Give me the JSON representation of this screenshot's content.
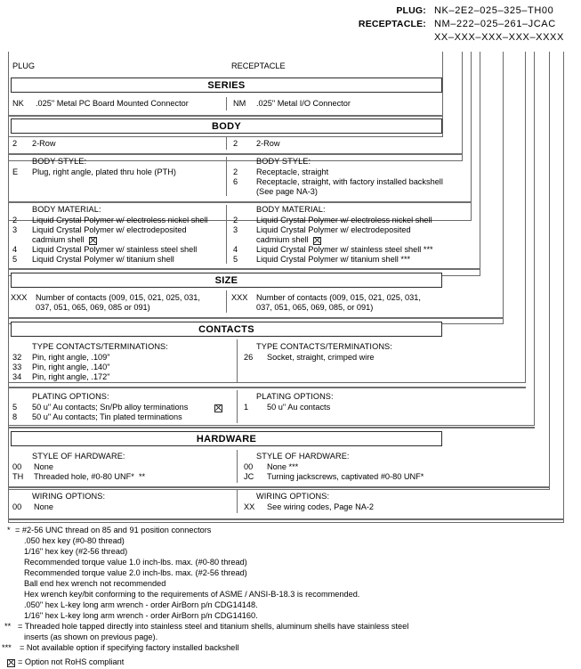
{
  "header": {
    "plug_label": "PLUG:",
    "plug_value": "NK–2E2–025–325–TH00",
    "receptacle_label": "RECEPTACLE:",
    "receptacle_value": "NM–222–025–261–JCAC",
    "generic_value": "XX–XXX–XXX–XXX–XXXX"
  },
  "columns": {
    "plug": "PLUG",
    "receptacle": "RECEPTACLE"
  },
  "sections": {
    "series": {
      "title": "SERIES",
      "plug": [
        {
          "code": "NK",
          "text": ".025\" Metal PC Board Mounted Connector"
        }
      ],
      "receptacle": [
        {
          "code": "NM",
          "text": ".025\" Metal I/O Connector"
        }
      ]
    },
    "body": {
      "title": "BODY",
      "row": {
        "plug": {
          "code": "2",
          "text": "2-Row"
        },
        "receptacle": {
          "code": "2",
          "text": "2-Row"
        }
      },
      "style": {
        "heading": "BODY STYLE:",
        "plug": [
          {
            "code": "E",
            "text": "Plug, right angle, plated thru hole (PTH)"
          }
        ],
        "receptacle": [
          {
            "code": "2",
            "text": "Receptacle, straight"
          },
          {
            "code": "6",
            "text": "Receptacle, straight, with factory installed backshell"
          },
          {
            "code": "",
            "text": "(See page NA-3)"
          }
        ]
      },
      "material": {
        "heading": "BODY MATERIAL:",
        "plug": [
          {
            "code": "2",
            "text": "Liquid Crystal Polymer w/ electroless nickel shell",
            "rohs": false
          },
          {
            "code": "3",
            "text": "Liquid Crystal Polymer w/ electrodeposited",
            "rohs": false
          },
          {
            "code": "",
            "text": "cadmium shell",
            "rohs": true
          },
          {
            "code": "4",
            "text": "Liquid Crystal Polymer w/ stainless steel shell",
            "rohs": false
          },
          {
            "code": "5",
            "text": "Liquid Crystal Polymer w/ titanium shell",
            "rohs": false
          }
        ],
        "receptacle": [
          {
            "code": "2",
            "text": "Liquid Crystal Polymer w/ electroless nickel shell",
            "rohs": false
          },
          {
            "code": "3",
            "text": "Liquid Crystal Polymer w/ electrodeposited",
            "rohs": false
          },
          {
            "code": "",
            "text": "cadmium shell",
            "rohs": true
          },
          {
            "code": "4",
            "text": "Liquid Crystal Polymer w/ stainless steel shell ***",
            "rohs": false
          },
          {
            "code": "5",
            "text": "Liquid Crystal Polymer w/ titanium shell ***",
            "rohs": false
          }
        ]
      }
    },
    "size": {
      "title": "SIZE",
      "plug": [
        {
          "code": "XXX",
          "text": "Number of contacts (009, 015, 021, 025, 031,"
        },
        {
          "code": "",
          "text": "037, 051, 065, 069, 085 or 091)"
        }
      ],
      "receptacle": [
        {
          "code": "XXX",
          "text": "Number of contacts (009, 015, 021, 025, 031,"
        },
        {
          "code": "",
          "text": "037, 051, 065, 069, 085, or 091)"
        }
      ]
    },
    "contacts": {
      "title": "CONTACTS",
      "type": {
        "heading": "TYPE CONTACTS/TERMINATIONS:",
        "plug": [
          {
            "code": "32",
            "text": "Pin, right angle, .109\""
          },
          {
            "code": "33",
            "text": "Pin, right angle, .140\""
          },
          {
            "code": "34",
            "text": "Pin, right angle, .172\""
          }
        ],
        "receptacle": [
          {
            "code": "26",
            "text": "Socket, straight, crimped wire"
          }
        ]
      },
      "plating": {
        "heading": "PLATING OPTIONS:",
        "plug": [
          {
            "code": "5",
            "text": "50 u\" Au contacts; Sn/Pb alloy terminations",
            "rohs": true
          },
          {
            "code": "8",
            "text": "50 u\" Au contacts; Tin plated terminations",
            "rohs": false
          }
        ],
        "receptacle": [
          {
            "code": "1",
            "text": "50 u\" Au contacts",
            "rohs": false
          }
        ]
      }
    },
    "hardware": {
      "title": "HARDWARE",
      "style": {
        "heading": "STYLE OF HARDWARE:",
        "plug": [
          {
            "code": "00",
            "text": "None"
          },
          {
            "code": "TH",
            "text": "Threaded hole, #0-80 UNF*  **"
          }
        ],
        "receptacle": [
          {
            "code": "00",
            "text": "None ***"
          },
          {
            "code": "JC",
            "text": "Turning jackscrews, captivated #0-80 UNF*"
          }
        ]
      },
      "wiring": {
        "heading": "WIRING OPTIONS:",
        "plug": [
          {
            "code": "00",
            "text": "None"
          }
        ],
        "receptacle": [
          {
            "code": "XX",
            "text": "See wiring codes, Page NA-2"
          }
        ]
      }
    }
  },
  "footnotes": [
    {
      "marker": "*",
      "text": "= #2-56 UNC thread on 85 and 91 position connectors"
    },
    {
      "marker": "",
      "text": ".050 hex key (#0-80 thread)"
    },
    {
      "marker": "",
      "text": "1/16\" hex key (#2-56 thread)"
    },
    {
      "marker": "",
      "text": "Recommended torque value 1.0 inch-lbs. max. (#0-80 thread)"
    },
    {
      "marker": "",
      "text": "Recommended torque value 2.0 inch-lbs. max. (#2-56 thread)"
    },
    {
      "marker": "",
      "text": "Ball end hex wrench not recommended"
    },
    {
      "marker": "",
      "text": "Hex wrench key/bit conforming to the requirements of ASME / ANSI-B-18.3 is recommended."
    },
    {
      "marker": "",
      "text": ".050\" hex L-key long arm wrench - order AirBorn p/n CDG14148."
    },
    {
      "marker": "",
      "text": "1/16\" hex L-key long arm wrench - order AirBorn p/n CDG14160."
    },
    {
      "marker": "**",
      "text": "= Threaded hole tapped directly into stainless steel and titanium shells, aluminum shells have stainless steel"
    },
    {
      "marker": "",
      "text": "inserts (as shown on previous page)."
    },
    {
      "marker": "***",
      "text": "= Not available option if specifying factory installed backshell"
    }
  ],
  "rohs_note": "= Option not RoHS compliant"
}
